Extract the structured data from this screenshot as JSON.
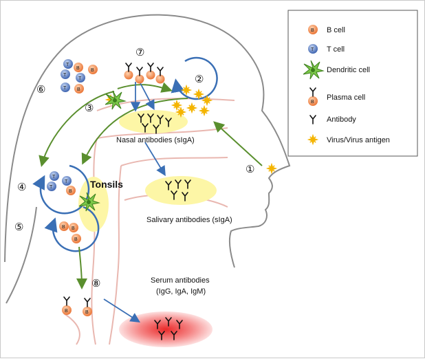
{
  "legend": {
    "b_cell": "B cell",
    "t_cell": "T cell",
    "dendritic_cell": "Dendritic cell",
    "plasma_cell": "Plasma cell",
    "antibody": "Antibody",
    "virus_antigen": "Virus/Virus antigen"
  },
  "labels": {
    "nasal": "Nasal antibodies (sIgA)",
    "salivary": "Salivary antibodies (sIgA)",
    "serum_1": "Serum antibodies",
    "serum_2": "(IgG, IgA, IgM)",
    "tonsils": "Tonsils"
  },
  "steps": [
    "①",
    "②",
    "③",
    "④",
    "⑤",
    "⑥",
    "⑦",
    "⑧"
  ],
  "cell_letters": {
    "b": "B",
    "t": "T"
  },
  "colors": {
    "b_cell": "#f08a4b",
    "t_cell": "#5f86c9",
    "dendritic": "#6cbf3f",
    "virus": "#f4b400",
    "blue_arrow": "#3a6fb5",
    "green_arrow": "#5a8f2e",
    "mucosa": "#fdf6a6",
    "serum": "#f16262",
    "tract": "#e9b7b0"
  }
}
